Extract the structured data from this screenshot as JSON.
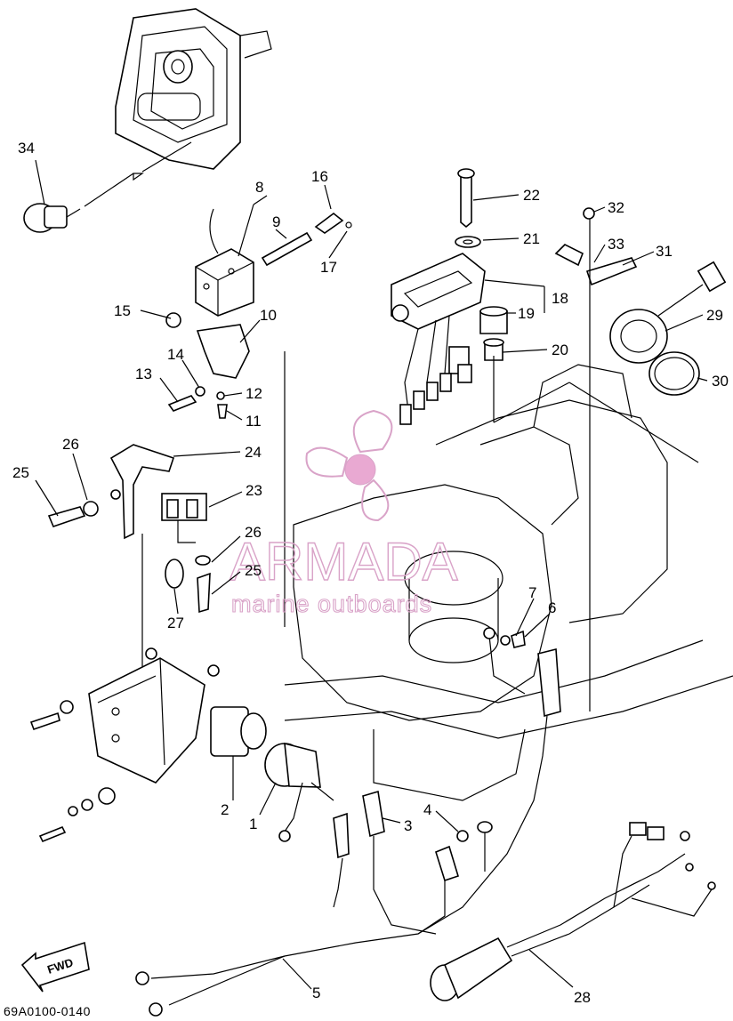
{
  "diagram": {
    "callouts": [
      "1",
      "2",
      "3",
      "4",
      "5",
      "6",
      "7",
      "8",
      "9",
      "10",
      "11",
      "12",
      "13",
      "14",
      "15",
      "16",
      "17",
      "18",
      "19",
      "20",
      "21",
      "22",
      "23",
      "24",
      "25",
      "26",
      "27",
      "28",
      "29",
      "30",
      "31",
      "32",
      "33",
      "34",
      "25",
      "26"
    ],
    "drawing_code": "69A0100-0140",
    "fwd_label": "FWD"
  },
  "watermark": {
    "brand": "ARMADA",
    "tagline": "marine outboards",
    "color": "#d9a3c8"
  }
}
